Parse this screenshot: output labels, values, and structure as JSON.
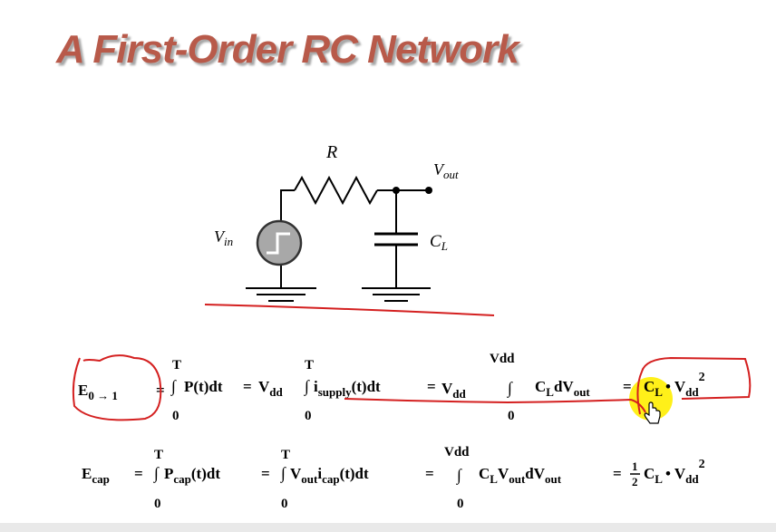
{
  "slide": {
    "title": "A First-Order RC Network"
  },
  "circuit": {
    "resistor_label": "R",
    "output_label": "V",
    "output_sub": "out",
    "input_label": "V",
    "input_sub": "in",
    "capacitor_label": "C",
    "capacitor_sub": "L"
  },
  "equation1": {
    "lhs": "E",
    "lhs_sub": "0 → 1",
    "eq": "=",
    "int_upper_1": "T",
    "int_lower_1": "0",
    "term1": "P(t)dt",
    "int_upper_2": "T",
    "int_lower_2": "0",
    "term2a": "V",
    "term2a_sub": "dd",
    "term2b": "i",
    "term2b_sub": "supply",
    "term2c": "(t)dt",
    "int_upper_3": "Vdd",
    "int_lower_3": "0",
    "term3a": "V",
    "term3a_sub": "dd",
    "term3b": "C",
    "term3b_sub": "L",
    "term3c": "dV",
    "term3c_sub": "out",
    "term4a": "C",
    "term4a_sub": "L",
    "term4b": "• V",
    "term4b_sub": "dd",
    "term4b_sup": "2"
  },
  "equation2": {
    "lhs": "E",
    "lhs_sub": "cap",
    "eq": "=",
    "int_upper_1": "T",
    "int_lower_1": "0",
    "term1a": "P",
    "term1a_sub": "cap",
    "term1b": "(t)dt",
    "int_upper_2": "T",
    "int_lower_2": "0",
    "term2a": "V",
    "term2a_sub": "out",
    "term2b": "i",
    "term2b_sub": "cap",
    "term2c": "(t)dt",
    "int_upper_3": "Vdd",
    "int_lower_3": "0",
    "term3a": "C",
    "term3a_sub": "L",
    "term3b": "V",
    "term3b_sub": "out",
    "term3c": "dV",
    "term3c_sub": "out",
    "frac_num": "1",
    "frac_den": "2",
    "term4a": "C",
    "term4a_sub": "L",
    "term4b": "• V",
    "term4b_sub": "dd",
    "term4b_sup": "2"
  },
  "colors": {
    "title": "#b85a4a",
    "annotation": "#d42020",
    "highlight": "#ffee00",
    "source_fill": "#a8a8a8"
  }
}
